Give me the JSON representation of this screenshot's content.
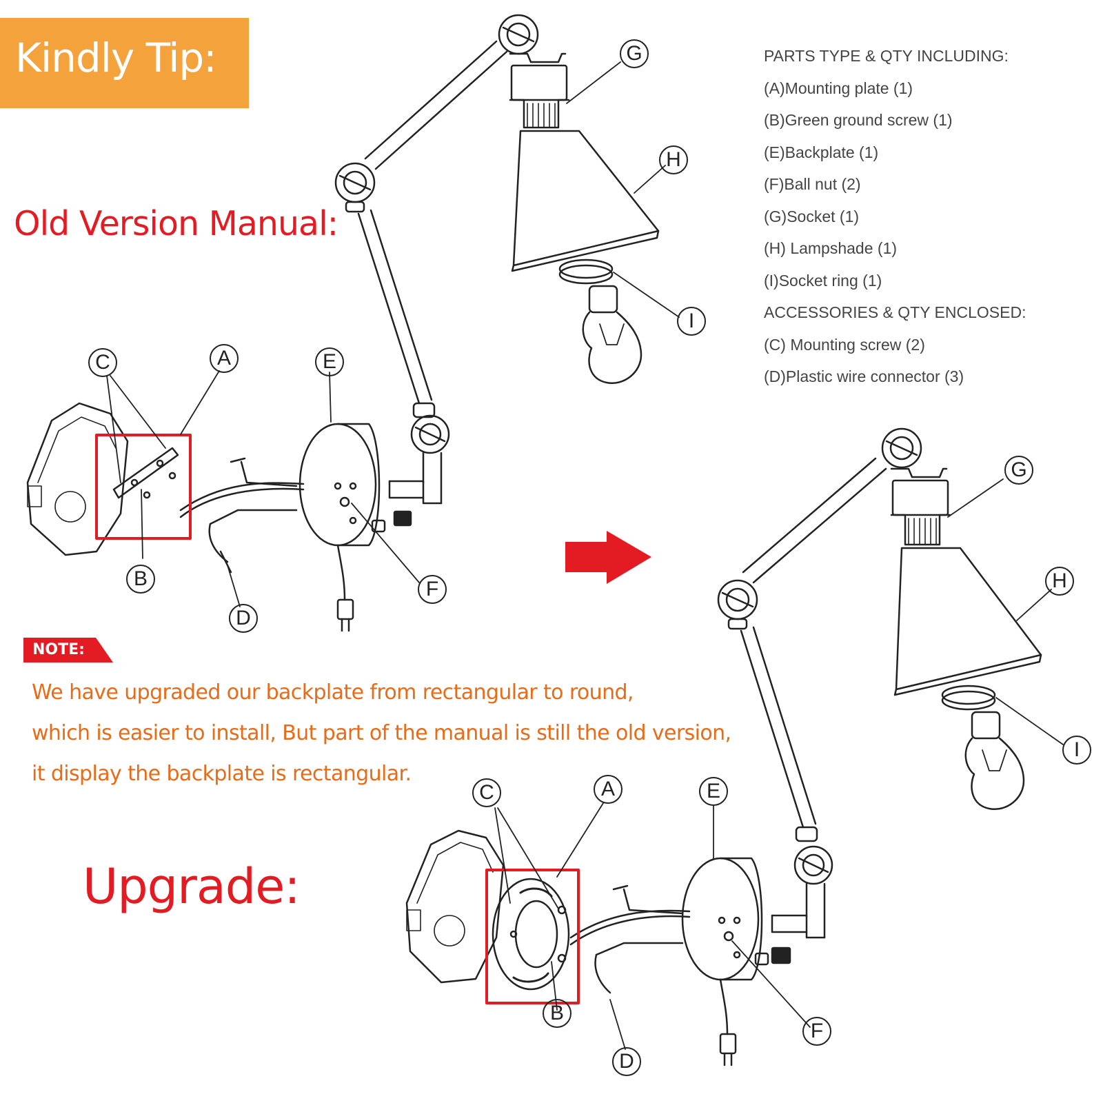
{
  "header": {
    "tip_label": "Kindly Tip:"
  },
  "sections": {
    "old_title": "Old Version Manual:",
    "upgrade_title": "Upgrade:"
  },
  "parts_list": [
    "PARTS TYPE & QTY INCLUDING:",
    "(A)Mounting plate (1)",
    "(B)Green ground screw (1)",
    "(E)Backplate (1)",
    "(F)Ball nut (2)",
    "(G)Socket (1)",
    "(H) Lampshade (1)",
    "(I)Socket ring (1)",
    "ACCESSORIES & QTY ENCLOSED:",
    "(C) Mounting screw (2)",
    "(D)Plastic wire connector (3)"
  ],
  "note": {
    "badge": "NOTE:",
    "lines": [
      "We have upgraded our backplate from rectangular to round,",
      "which is easier to install, But part of the manual is still the old version,",
      "it display the backplate is rectangular."
    ]
  },
  "callouts": {
    "old": [
      "G",
      "H",
      "I",
      "C",
      "A",
      "E",
      "B",
      "F",
      "D"
    ],
    "new": [
      "G",
      "H",
      "I",
      "C",
      "A",
      "E",
      "B",
      "F",
      "D"
    ]
  },
  "colors": {
    "orange_tip": "#f4a23c",
    "red_title": "#e31b23",
    "note_text": "#e86b17",
    "arrow": "#e31b23"
  }
}
